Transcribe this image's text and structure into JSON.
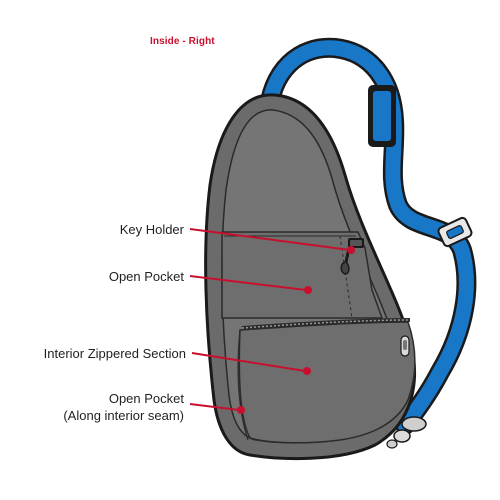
{
  "title": "Inside - Right",
  "callouts": [
    {
      "text": "Key Holder"
    },
    {
      "text": "Open Pocket"
    },
    {
      "text": "Interior Zippered Section"
    },
    {
      "text": "Open Pocket"
    },
    {
      "text": "(Along interior seam)"
    }
  ],
  "colors": {
    "strap": "#1877c7",
    "strap_outline": "#1a1a1a",
    "body": "#6b6b6b",
    "body_inner": "#737373",
    "pocket_line": "#2b2b2b",
    "callout": "#c8102e",
    "title": "#c8102e"
  },
  "icons": [
    "key-holder-clip-icon",
    "zipper-pull-icon",
    "strap-slider-icon",
    "strap-buckle-icon"
  ]
}
